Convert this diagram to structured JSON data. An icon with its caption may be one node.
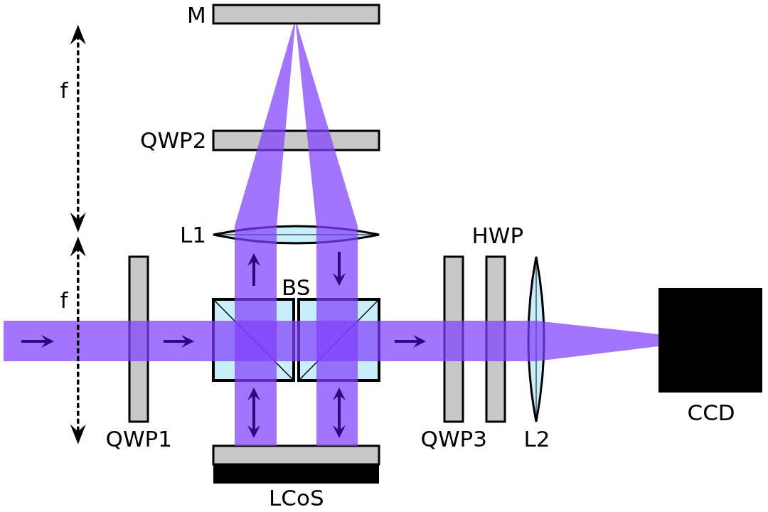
{
  "diagram": {
    "nodes": [
      {
        "text": [
          "M"
        ]
      },
      {
        "text": [
          "QWP2"
        ]
      },
      {
        "text": [
          "L1"
        ]
      },
      {
        "text": [
          "HWP"
        ]
      },
      {
        "text": [
          "BS"
        ]
      },
      {
        "text": [
          "QWP1"
        ]
      },
      {
        "text": [
          "QWP3"
        ]
      },
      {
        "text": [
          "L2"
        ]
      },
      {
        "text": [
          "CCD"
        ]
      },
      {
        "text": [
          "LCoS"
        ]
      }
    ],
    "labels": [
      "f",
      "f"
    ]
  }
}
